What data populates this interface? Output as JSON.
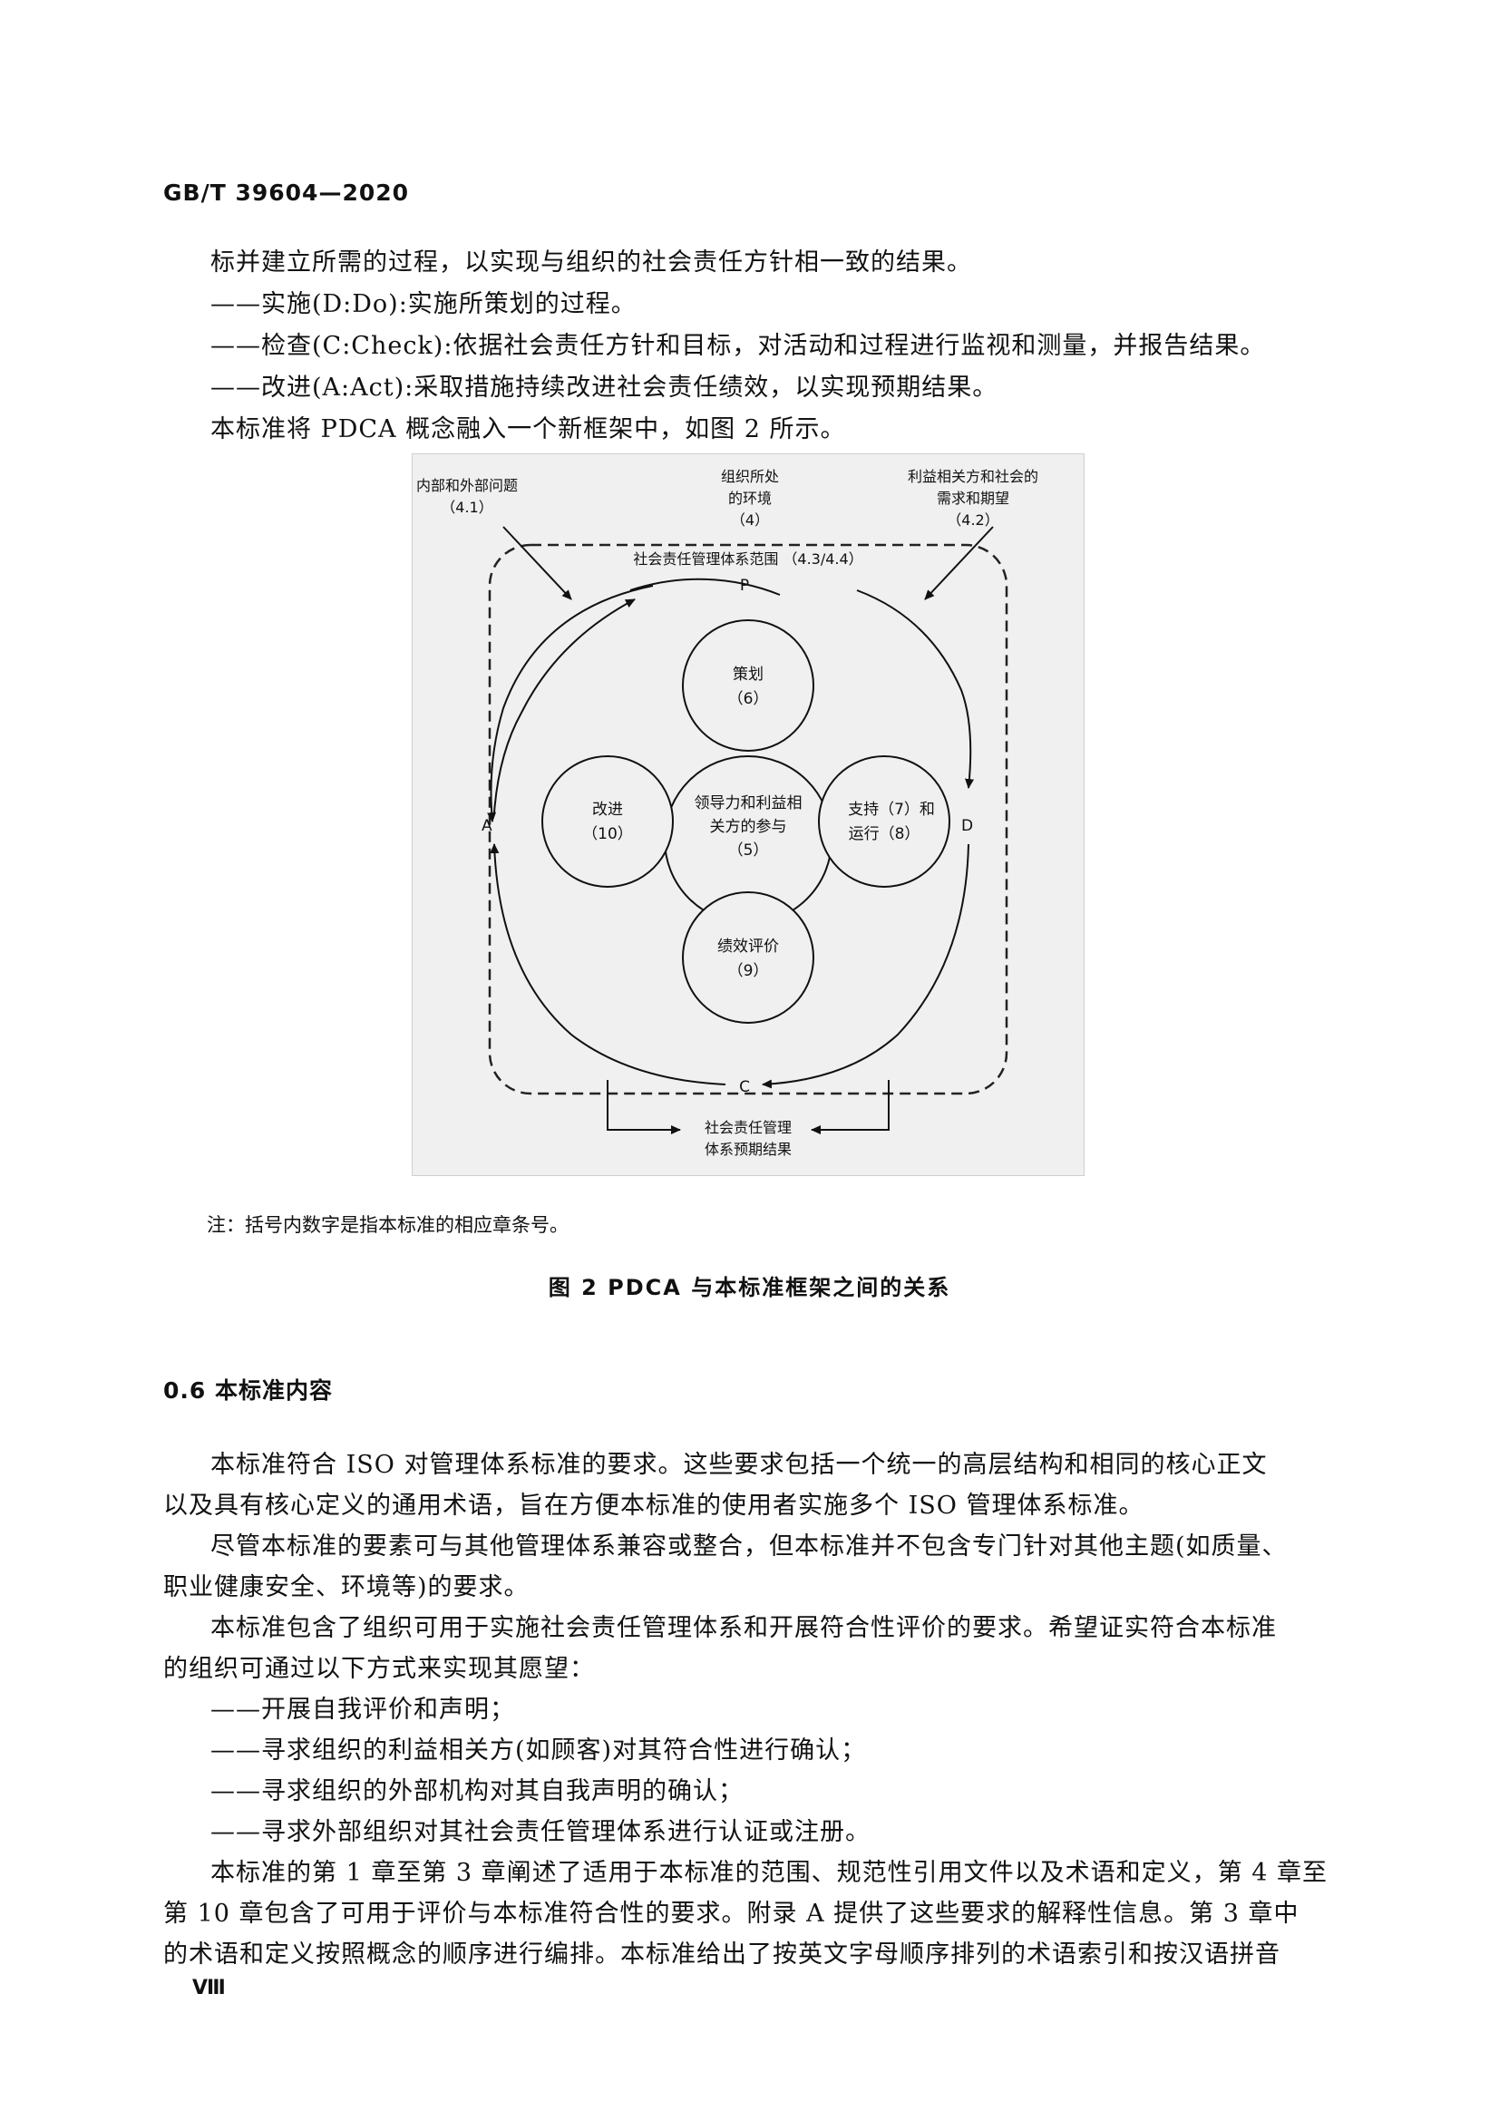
{
  "header": {
    "standard_number": "GB/T 39604—2020"
  },
  "intro_lines": [
    "标并建立所需的过程，以实现与组织的社会责任方针相一致的结果。",
    "——实施(D:Do):实施所策划的过程。",
    "——检查(C:Check):依据社会责任方针和目标，对活动和过程进行监视和测量，并报告结果。",
    "——改进(A:Act):采取措施持续改进社会责任绩效，以实现预期结果。",
    "本标准将 PDCA 概念融入一个新框架中，如图 2 所示。"
  ],
  "figure": {
    "input_left": "内部和外部问题",
    "input_left_ref": "（4.1）",
    "input_center_1": "组织所处",
    "input_center_2": "的环境",
    "input_center_ref": "（4）",
    "input_right_1": "利益相关方和社会的",
    "input_right_2": "需求和期望",
    "input_right_ref": "（4.2）",
    "scope_label": "社会责任管理体系范围 （4.3/4.4）",
    "letter_p": "P",
    "letter_d": "D",
    "letter_c": "C",
    "letter_a": "A",
    "plan_label": "策划",
    "plan_ref": "（6）",
    "support_label": "支持（7）和",
    "support_label_2": "运行（8）",
    "eval_label": "绩效评价",
    "eval_ref": "（9）",
    "improve_label": "改进",
    "improve_ref": "（10）",
    "center_1": "领导力和利益相",
    "center_2": "关方的参与",
    "center_ref": "（5）",
    "output_1": "社会责任管理",
    "output_2": "体系预期结果"
  },
  "figure_note": "注：括号内数字是指本标准的相应章条号。",
  "figure_caption": "图 2 PDCA 与本标准框架之间的关系",
  "section_heading": "0.6 本标准内容",
  "body_lines": [
    "本标准符合 ISO 对管理体系标准的要求。这些要求包括一个统一的高层结构和相同的核心正文",
    "以及具有核心定义的通用术语，旨在方便本标准的使用者实施多个 ISO 管理体系标准。",
    "尽管本标准的要素可与其他管理体系兼容或整合，但本标准并不包含专门针对其他主题(如质量、",
    "职业健康安全、环境等)的要求。",
    "本标准包含了组织可用于实施社会责任管理体系和开展符合性评价的要求。希望证实符合本标准",
    "的组织可通过以下方式来实现其愿望：",
    "——开展自我评价和声明；",
    "——寻求组织的利益相关方(如顾客)对其符合性进行确认；",
    "——寻求组织的外部机构对其自我声明的确认；",
    "——寻求外部组织对其社会责任管理体系进行认证或注册。",
    "本标准的第 1 章至第 3 章阐述了适用于本标准的范围、规范性引用文件以及术语和定义，第 4 章至",
    "第 10 章包含了可用于评价与本标准符合性的要求。附录 A 提供了这些要求的解释性信息。第 3 章中",
    "的术语和定义按照概念的顺序进行编排。本标准给出了按英文字母顺序排列的术语索引和按汉语拼音"
  ],
  "page_number": "Ⅷ"
}
